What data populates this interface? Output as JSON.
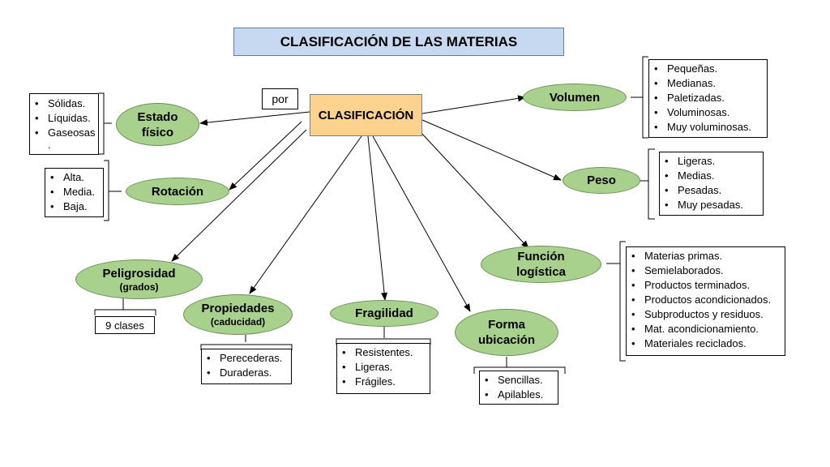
{
  "title": "CLASIFICACIÓN DE LAS MATERIAS",
  "por_label": "por",
  "center_label": "CLASIFICACIÓN",
  "nodes": {
    "estado": {
      "line1": "Estado",
      "line2": "físico",
      "items": [
        "Sólidas.",
        "Líquidas.",
        "Gaseosas",
        "."
      ]
    },
    "rotacion": {
      "label": "Rotación",
      "items": [
        "Alta.",
        "Media.",
        "Baja."
      ]
    },
    "peligrosidad": {
      "label": "Peligrosidad",
      "sub": "(grados)",
      "note": "9 clases"
    },
    "propiedades": {
      "label": "Propiedades",
      "sub": "(caducidad)",
      "items": [
        "Perecederas.",
        "Duraderas."
      ]
    },
    "fragilidad": {
      "label": "Fragilidad",
      "items": [
        "Resistentes.",
        "Ligeras.",
        "Frágiles."
      ]
    },
    "forma": {
      "line1": "Forma",
      "line2": "ubicación",
      "items": [
        "Sencillas.",
        "Apilables."
      ]
    },
    "funcion": {
      "line1": "Función",
      "line2": "logística",
      "items": [
        "Materias primas.",
        "Semielaborados.",
        "Productos terminados.",
        "Productos acondicionados.",
        "Subproductos y residuos.",
        "Mat. acondicionamiento.",
        "Materiales reciclados."
      ]
    },
    "peso": {
      "label": "Peso",
      "items": [
        "Ligeras.",
        "Medias.",
        "Pesadas.",
        "Muy pesadas."
      ]
    },
    "volumen": {
      "label": "Volumen",
      "items": [
        "Pequeñas.",
        "Medianas.",
        "Paletizadas.",
        "Voluminosas.",
        "Muy voluminosas."
      ]
    }
  }
}
